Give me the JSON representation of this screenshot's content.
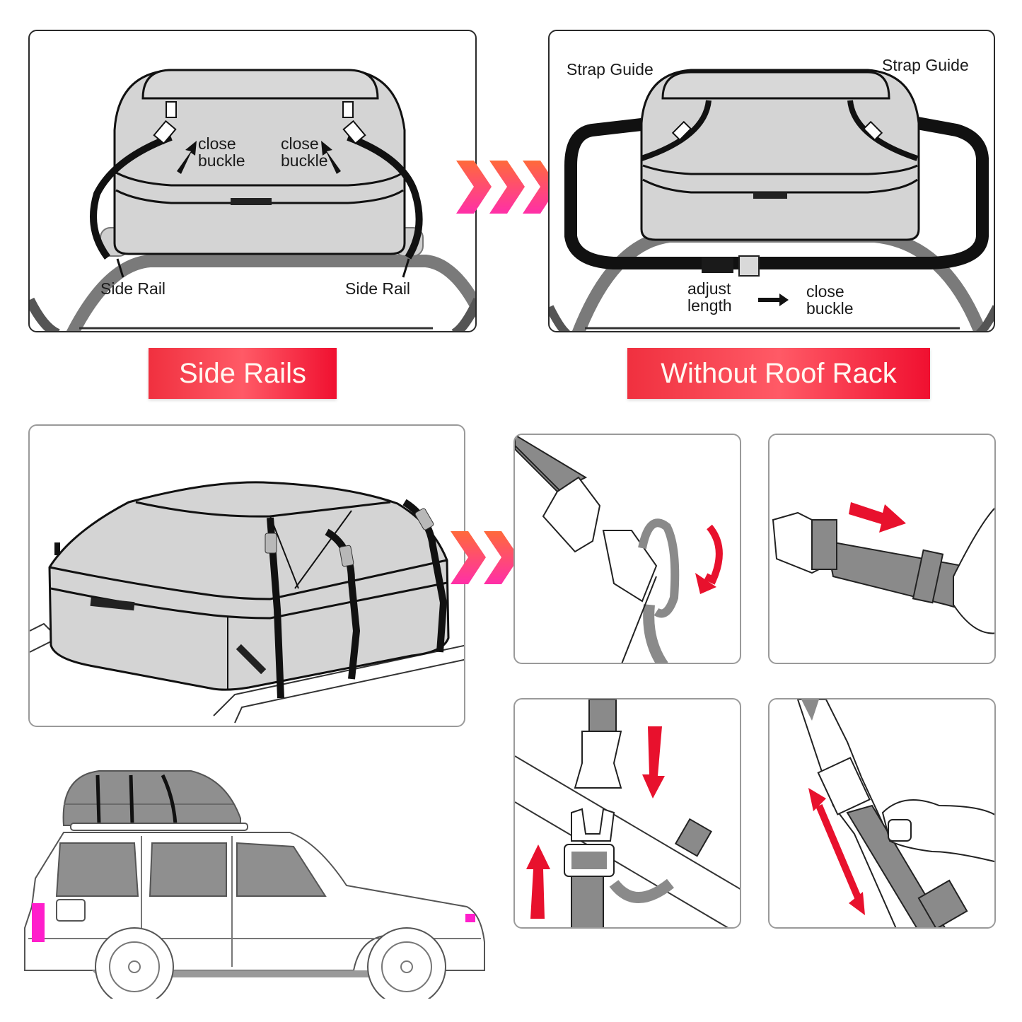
{
  "colors": {
    "bag_gray": "#d4d4d4",
    "strap_black": "#111111",
    "strap_gray": "#8a8a8a",
    "banner_red": "#f0303f",
    "arrow_red": "#e8112d",
    "chevron_top": "#ff6a3a",
    "chevron_bottom": "#ff2fa8",
    "taillight_magenta": "#ff1ecb"
  },
  "panel_side_rails": {
    "labels": {
      "close_buckle_left_1": "close",
      "close_buckle_left_2": "buckle",
      "close_buckle_right_1": "close",
      "close_buckle_right_2": "buckle",
      "side_rail_left": "Side Rail",
      "side_rail_right": "Side Rail"
    }
  },
  "panel_without_rack": {
    "labels": {
      "strap_guide_left": "Strap Guide",
      "strap_guide_right": "Strap Guide",
      "adjust_1": "adjust",
      "adjust_2": "length",
      "close_1": "close",
      "close_2": "buckle"
    }
  },
  "banners": {
    "side_rails": "Side Rails",
    "without_roof_rack": "Without Roof Rack"
  },
  "steps": [
    {
      "id": "step-1",
      "description": "Thread strap through buckle and loop back",
      "arrow": "curved-rotate"
    },
    {
      "id": "step-2",
      "description": "Pull strap through slider",
      "arrow": "right-down"
    },
    {
      "id": "step-3",
      "description": "Insert buckle halves across rail",
      "arrow": "down-and-up"
    },
    {
      "id": "step-4",
      "description": "Adjust strap length",
      "arrow": "double-headed"
    }
  ],
  "chevrons": {
    "count": 3
  }
}
